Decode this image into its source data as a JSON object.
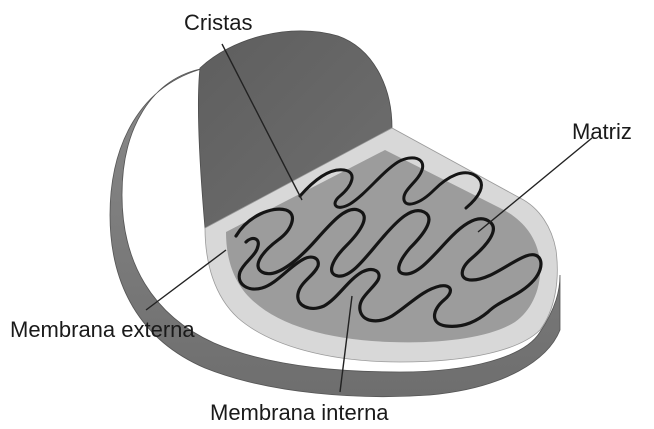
{
  "labels": {
    "cristas": "Cristas",
    "matriz": "Matriz",
    "membrana_externa": "Membrana externa",
    "membrana_interna": "Membrana interna"
  },
  "colors": {
    "outer_shell": "#7d7d7d",
    "outer_shell_dark": "#5f5f5f",
    "cap_face": "#6a6a6a",
    "cut_surface": "#d4d4d4",
    "matrix": "#9a9a9a",
    "cristae_outline": "#111111",
    "leader_lines": "#222222"
  }
}
